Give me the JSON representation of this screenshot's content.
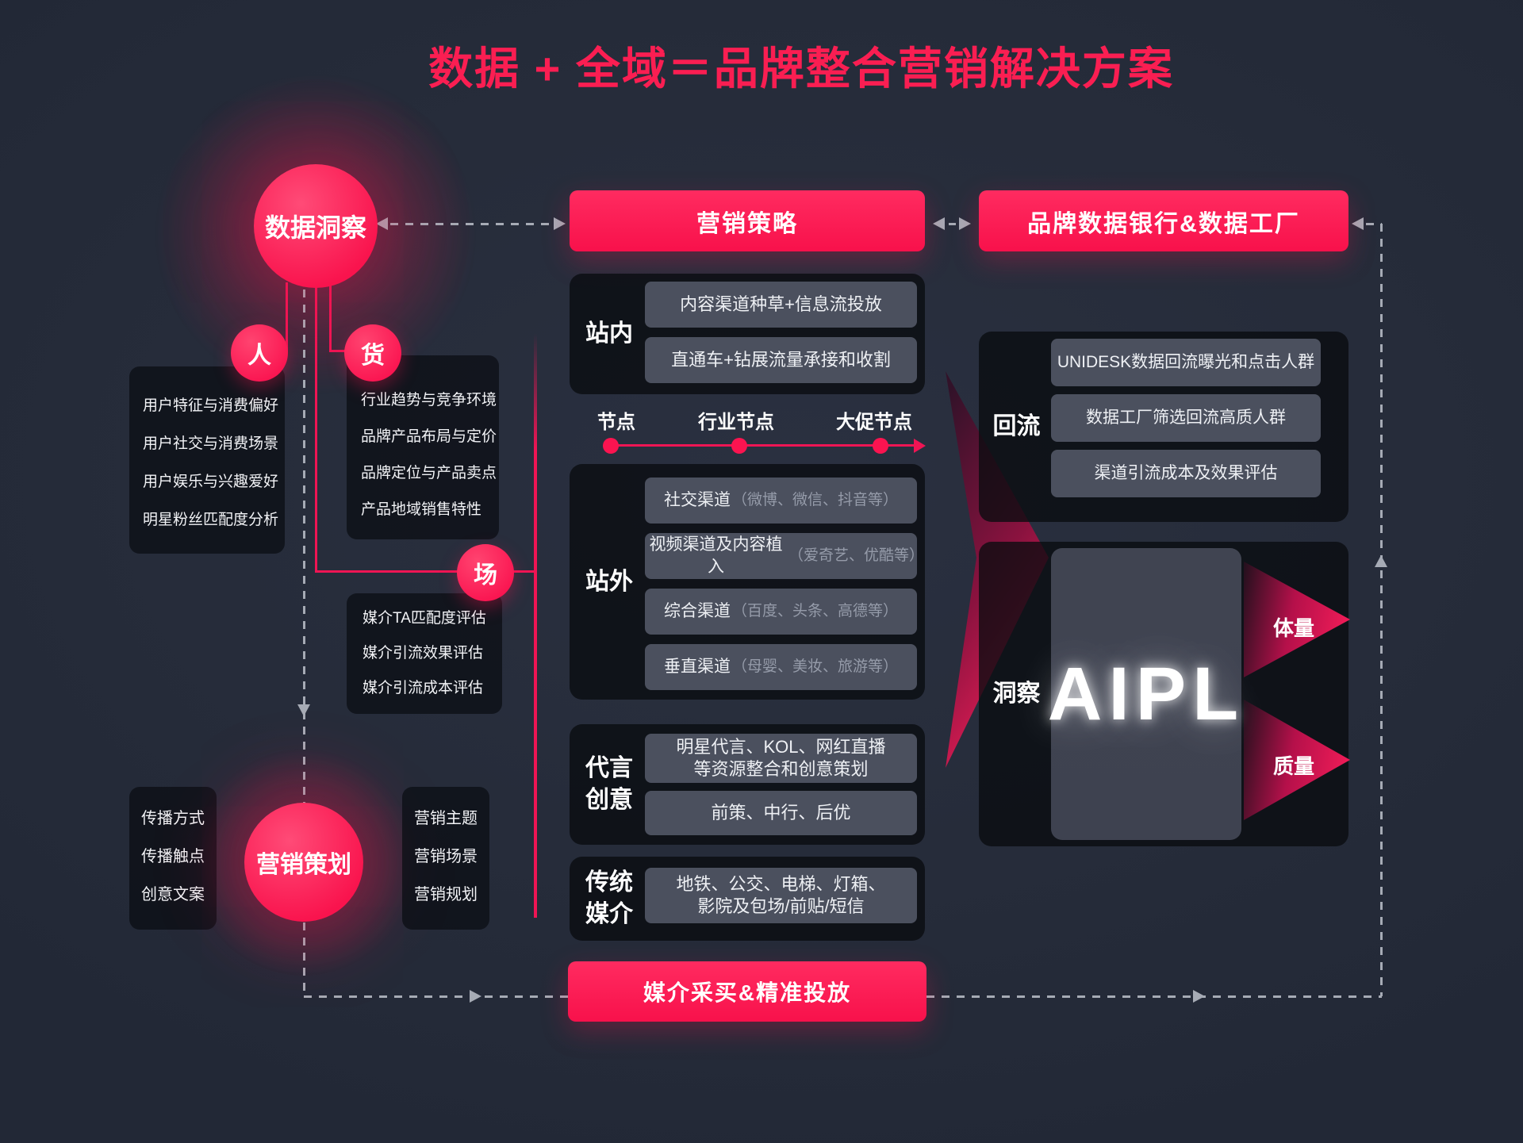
{
  "title": "数据 + 全域＝品牌整合营销解决方案",
  "top": {
    "insight_circle": "数据洞察",
    "strategy_button": "营销策略",
    "bank_button": "品牌数据银行&数据工厂"
  },
  "insight_groups": {
    "people": {
      "badge": "人",
      "items": [
        "用户特征与消费偏好",
        "用户社交与消费场景",
        "用户娱乐与兴趣爱好",
        "明星粉丝匹配度分析"
      ]
    },
    "goods": {
      "badge": "货",
      "items": [
        "行业趋势与竞争环境",
        "品牌产品布局与定价",
        "品牌定位与产品卖点",
        "产品地域销售特性"
      ]
    },
    "media": {
      "badge": "场",
      "items": [
        "媒介TA匹配度评估",
        "媒介引流效果评估",
        "媒介引流成本评估"
      ]
    }
  },
  "center": {
    "onsite": {
      "label": "站内",
      "rows": [
        "内容渠道种草+信息流投放",
        "直通车+钻展流量承接和收割"
      ]
    },
    "timeline": {
      "nodes": [
        "节点",
        "行业节点",
        "大促节点"
      ]
    },
    "offsite": {
      "label": "站外",
      "rows": [
        {
          "main": "社交渠道",
          "note": "（微博、微信、抖音等）"
        },
        {
          "main": "视频渠道及内容植入",
          "note": "（爱奇艺、优酷等）"
        },
        {
          "main": "综合渠道",
          "note": "（百度、头条、高德等）"
        },
        {
          "main": "垂直渠道",
          "note": "（母婴、美妆、旅游等）"
        }
      ]
    },
    "endorsement": {
      "label": "代言\n创意",
      "rows": [
        "明星代言、KOL、网红直播\n等资源整合和创意策划",
        "前策、中行、后优"
      ]
    },
    "traditional": {
      "label": "传统\n媒介",
      "rows": [
        "地铁、公交、电梯、灯箱、\n影院及包场/前贴/短信"
      ]
    },
    "buy_button": "媒介采买&精准投放"
  },
  "planning": {
    "circle": "营销策划",
    "left_items": [
      "传播方式",
      "传播触点",
      "创意文案"
    ],
    "right_items": [
      "营销主题",
      "营销场景",
      "营销规划"
    ]
  },
  "right": {
    "reflux": {
      "label": "回流",
      "rows": [
        "UNIDESK数据回流曝光和点击人群",
        "数据工厂筛选回流高质人群",
        "渠道引流成本及效果评估"
      ]
    },
    "aipl": {
      "label": "洞察",
      "core": "AIPL",
      "volume": "体量",
      "quality": "质量"
    }
  },
  "colors": {
    "accent": "#fb2153",
    "panel": "#0b0d12",
    "row": "#4b505e",
    "dash": "#a6abb5"
  }
}
